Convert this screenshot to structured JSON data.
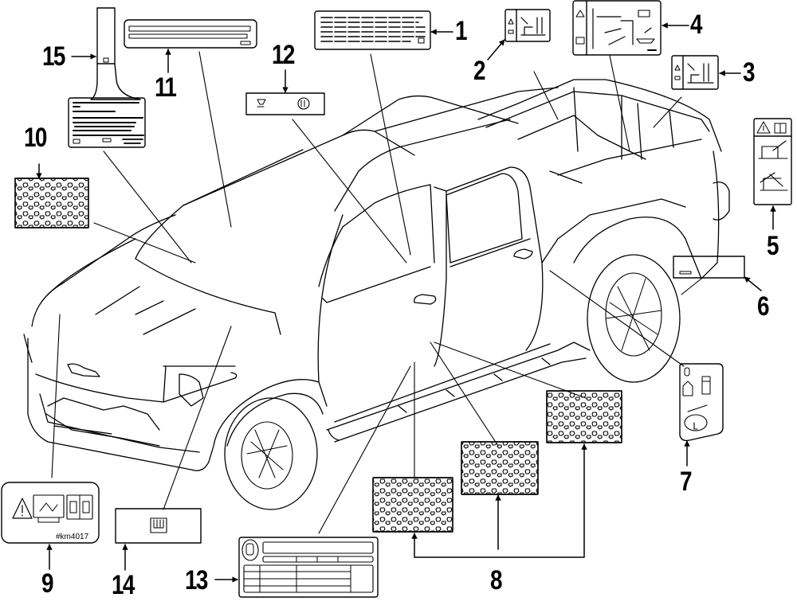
{
  "diagram": {
    "subject": "Pickup truck - label locations",
    "colors": {
      "line": "#000000",
      "background": "#ffffff"
    },
    "callouts": [
      {
        "number": "1",
        "part": "label-info-door"
      },
      {
        "number": "2",
        "part": "label-bed-caution-left"
      },
      {
        "number": "3",
        "part": "label-bed-caution-right"
      },
      {
        "number": "4",
        "part": "label-bed-loading-warning"
      },
      {
        "number": "5",
        "part": "label-tailgate-warning"
      },
      {
        "number": "6",
        "part": "label-tire-placard"
      },
      {
        "number": "7",
        "part": "label-jack-instructions"
      },
      {
        "number": "8",
        "part": "label-anti-theft"
      },
      {
        "number": "9",
        "part": "label-fan-warning"
      },
      {
        "number": "10",
        "part": "label-anti-theft-hood"
      },
      {
        "number": "11",
        "part": "label-windshield-strip"
      },
      {
        "number": "12",
        "part": "label-airbag"
      },
      {
        "number": "13",
        "part": "label-certification"
      },
      {
        "number": "14",
        "part": "label-fuse"
      },
      {
        "number": "15",
        "part": "label-emission"
      }
    ],
    "label_texts": {
      "fan_warning_code": "#km4017"
    }
  }
}
